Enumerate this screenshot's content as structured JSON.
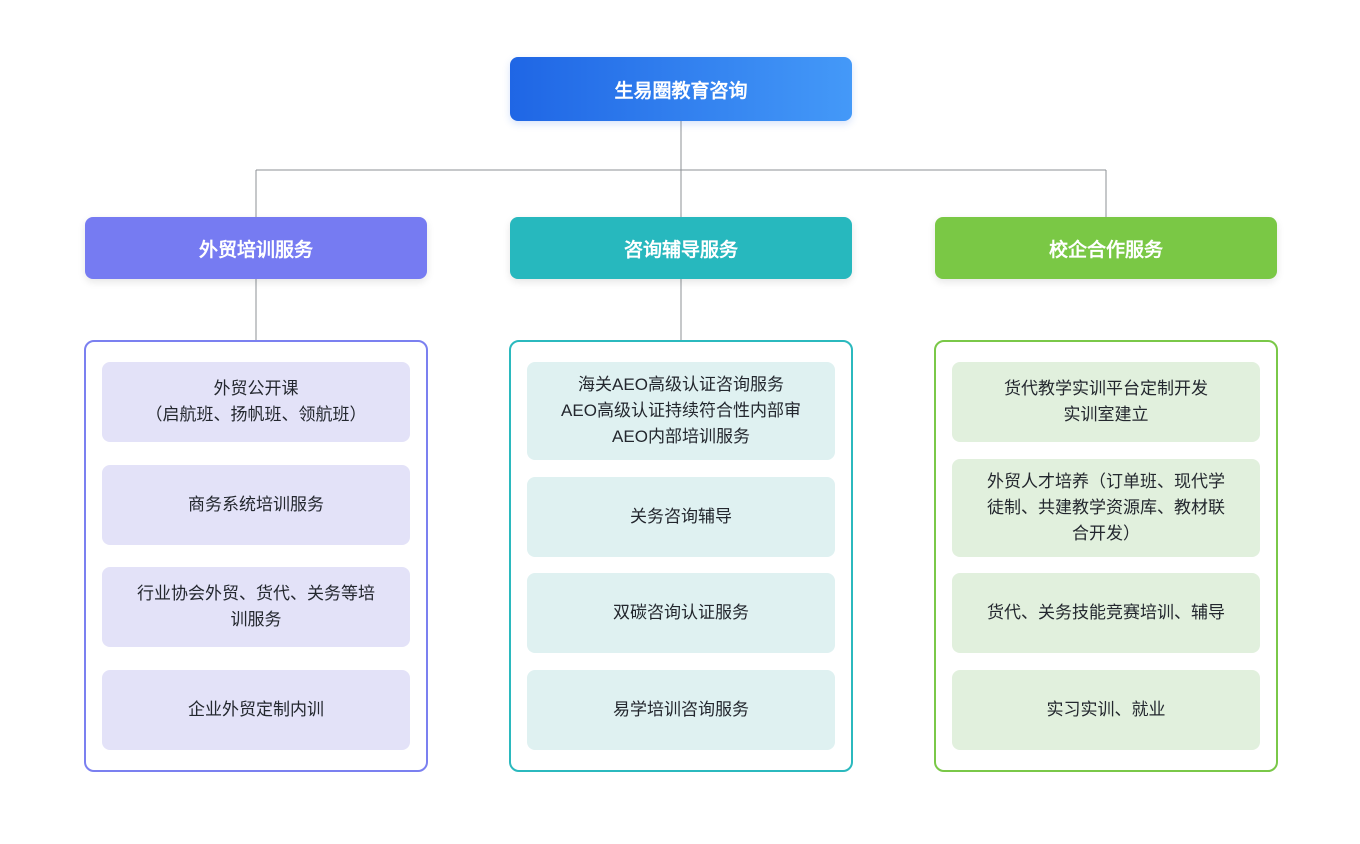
{
  "diagram": {
    "root": {
      "title": "生易圈教育咨询"
    },
    "branches": [
      {
        "title": "外贸培训服务",
        "items": [
          "外贸公开课\n（启航班、扬帆班、领航班）",
          "商务系统培训服务",
          "行业协会外贸、货代、关务等培\n训服务",
          "企业外贸定制内训"
        ]
      },
      {
        "title": "咨询辅导服务",
        "items": [
          "海关AEO高级认证咨询服务\nAEO高级认证持续符合性内部审\nAEO内部培训服务",
          "关务咨询辅导",
          "双碳咨询认证服务",
          "易学培训咨询服务"
        ]
      },
      {
        "title": "校企合作服务",
        "items": [
          "货代教学实训平台定制开发\n实训室建立",
          "外贸人才培养（订单班、现代学\n徒制、共建教学资源库、教材联\n合开发）",
          "货代、关务技能竞赛培训、辅导",
          "实习实训、就业"
        ]
      }
    ],
    "colors": {
      "root_gradient_start": "#1F66E5",
      "root_gradient_end": "#4499F8",
      "branch_1_header": "#767BF2",
      "branch_2_header": "#27B8BE",
      "branch_3_header": "#7AC845",
      "branch_1_card_bg": "#E3E2F8",
      "branch_2_card_bg": "#DFF1F1",
      "branch_3_card_bg": "#E1F0DD",
      "connector_line": "#8C9196",
      "card_text": "#23272E",
      "header_text": "#FFFFFF",
      "background": "#FFFFFF"
    }
  }
}
